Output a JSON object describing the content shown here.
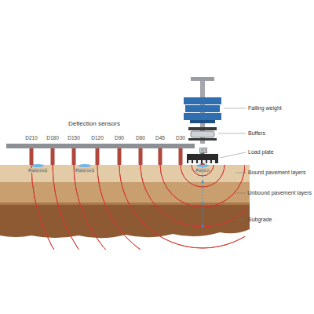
{
  "diagram": {
    "labels": [
      "Falling weight",
      "Buffers",
      "Load plate",
      "Deflection sensors",
      "D210",
      "D180",
      "D150",
      "D120",
      "D90",
      "D60",
      "D45",
      "D30",
      "D0",
      "Point n+2",
      "Point n+1",
      "Point n",
      "Bound pavement layers",
      "Unbound pavement layers",
      "Subgrade"
    ]
  }
}
